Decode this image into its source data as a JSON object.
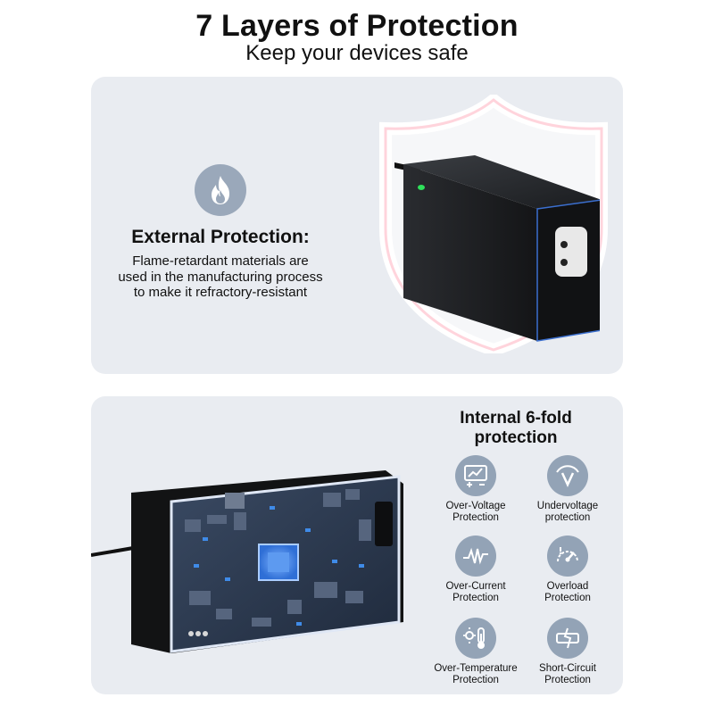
{
  "header": {
    "title": "7 Layers of Protection",
    "subtitle": "Keep your devices safe"
  },
  "external": {
    "icon": "flame-icon",
    "heading": "External Protection:",
    "description_lines": [
      "Flame-retardant materials are",
      "used in the manufacturing process",
      "to make it refractory-resistant"
    ]
  },
  "internal": {
    "heading_lines": [
      "Internal 6-fold",
      "protection"
    ],
    "features": [
      {
        "icon": "over-voltage-icon",
        "lines": [
          "Over-Voltage",
          "Protection"
        ]
      },
      {
        "icon": "undervoltage-icon",
        "lines": [
          "Undervoltage",
          "protection"
        ]
      },
      {
        "icon": "over-current-icon",
        "lines": [
          "Over-Current",
          "Protection"
        ]
      },
      {
        "icon": "overload-icon",
        "lines": [
          "Overload",
          "Protection"
        ]
      },
      {
        "icon": "over-temperature-icon",
        "lines": [
          "Over-Temperature",
          "Protection"
        ]
      },
      {
        "icon": "short-circuit-icon",
        "lines": [
          "Short-Circuit",
          "Protection"
        ]
      }
    ]
  },
  "colors": {
    "panel_bg": "#e9ecf1",
    "icon_circle": "#93a3b6",
    "led_green": "#2ee05a",
    "board_blue": "#2f6fd6"
  }
}
